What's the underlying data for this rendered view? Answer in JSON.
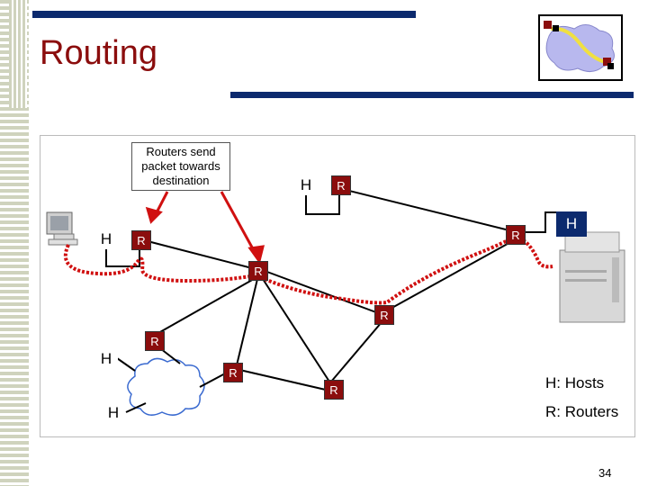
{
  "slide": {
    "title": "Routing",
    "page_number": "34"
  },
  "callout": {
    "line1": "Routers send",
    "line2": "packet towards",
    "line3": "destination"
  },
  "labels": {
    "host": "H",
    "router": "R"
  },
  "legend": {
    "hosts": "H: Hosts",
    "routers": "R: Routers"
  },
  "colors": {
    "accent": "#8b0d0d",
    "navy": "#0c2a6e",
    "path": "#d01010"
  }
}
